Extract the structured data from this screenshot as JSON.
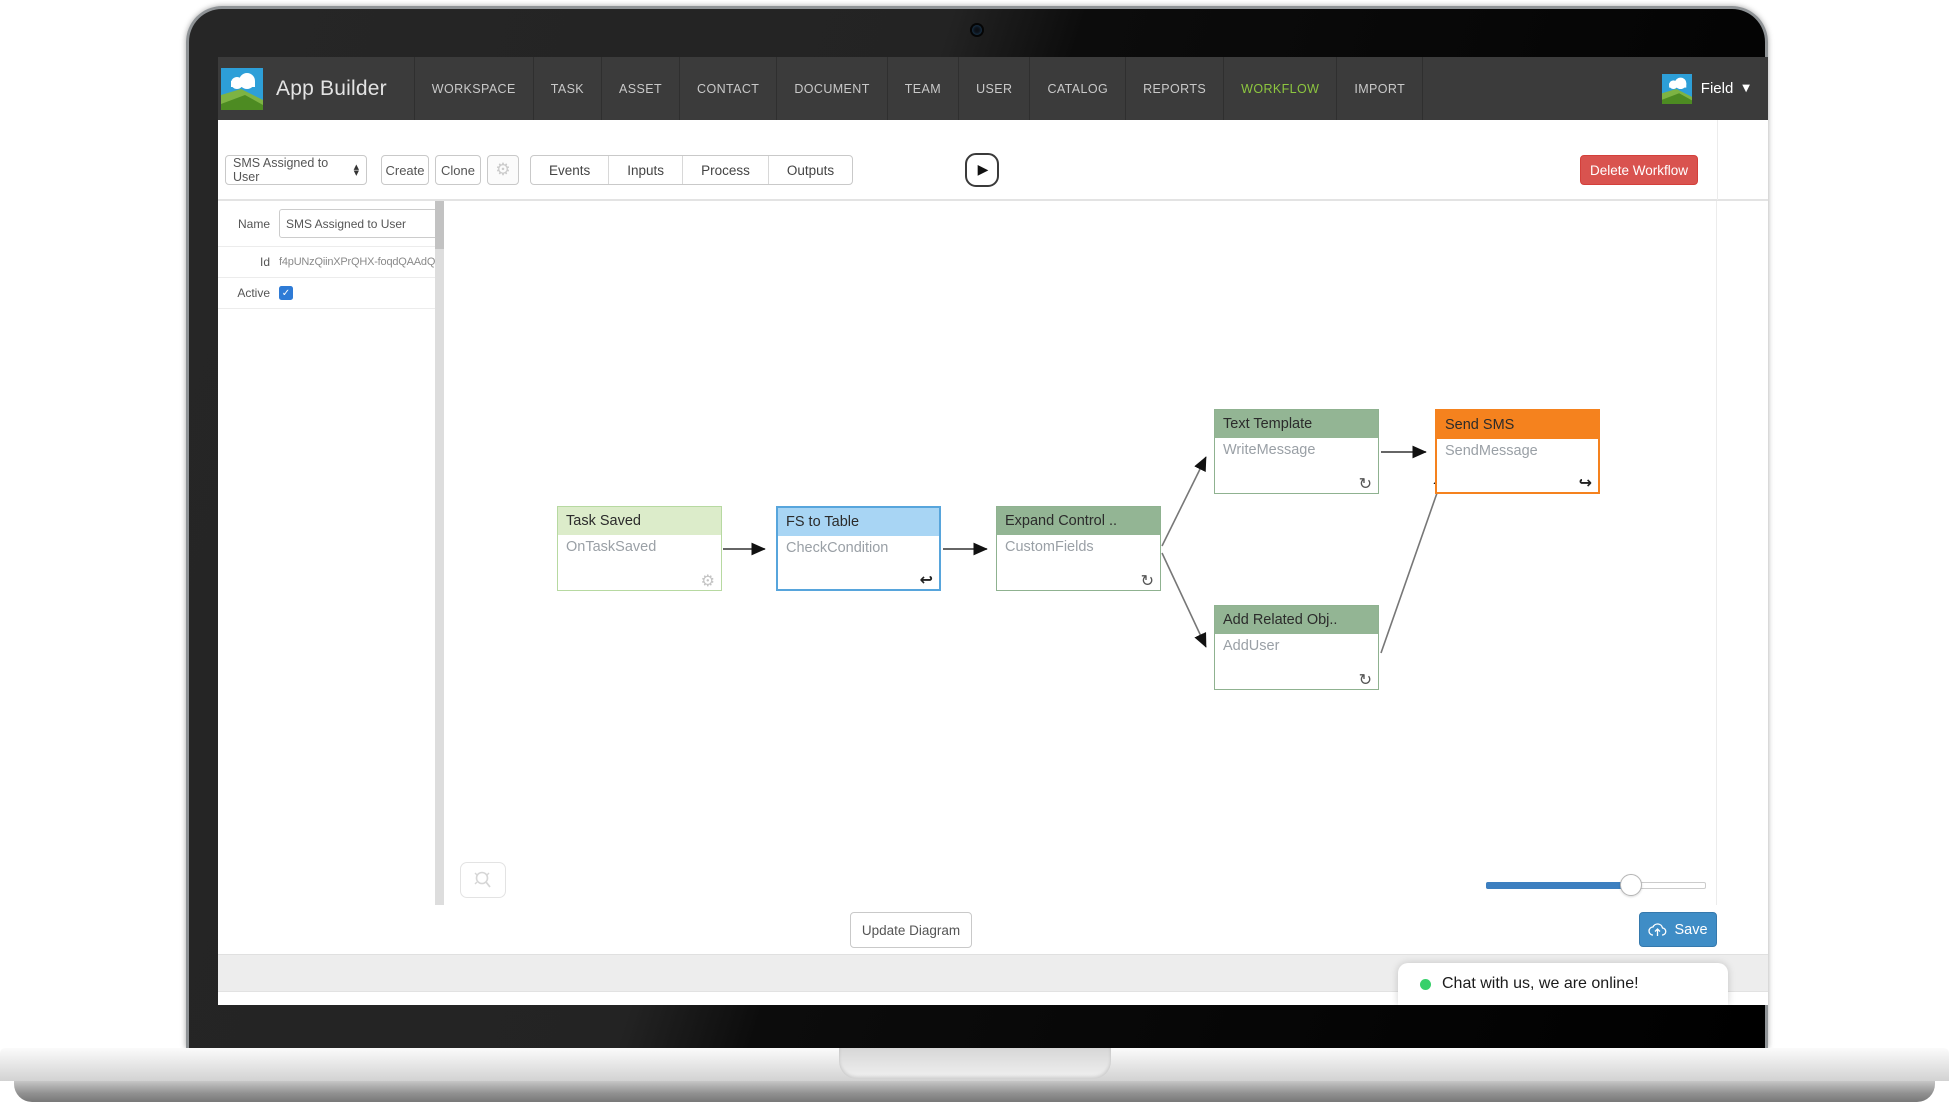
{
  "nav": {
    "brand": "App Builder",
    "items": [
      "WORKSPACE",
      "TASK",
      "ASSET",
      "CONTACT",
      "DOCUMENT",
      "TEAM",
      "USER",
      "CATALOG",
      "REPORTS",
      "WORKFLOW",
      "IMPORT"
    ],
    "active_item": "WORKFLOW",
    "user_menu": {
      "label": "Field"
    }
  },
  "toolbar": {
    "workflow_select_value": "SMS Assigned to User",
    "create_label": "Create",
    "clone_label": "Clone",
    "tabs": [
      "Events",
      "Inputs",
      "Process",
      "Outputs"
    ],
    "delete_label": "Delete Workflow"
  },
  "sidebar": {
    "name_label": "Name",
    "name_value": "SMS Assigned to User",
    "id_label": "Id",
    "id_value": "f4pUNzQiinXPrQHX-foqdQAAdQ",
    "active_label": "Active",
    "active_checked": true
  },
  "diagram": {
    "nodes": [
      {
        "title": "Task Saved",
        "subtitle": "OnTaskSaved",
        "type": "event",
        "corner_icon": "gear"
      },
      {
        "title": "FS to Table",
        "subtitle": "CheckCondition",
        "type": "condition",
        "corner_icon": "reply",
        "selected": true
      },
      {
        "title": "Expand Control ..",
        "subtitle": "CustomFields",
        "type": "process",
        "corner_icon": "refresh"
      },
      {
        "title": "Text Template",
        "subtitle": "WriteMessage",
        "type": "process",
        "corner_icon": "refresh"
      },
      {
        "title": "Send SMS",
        "subtitle": "SendMessage",
        "type": "output",
        "corner_icon": "forward"
      },
      {
        "title": "Add Related Obj..",
        "subtitle": "AddUser",
        "type": "process",
        "corner_icon": "refresh"
      }
    ],
    "connections": [
      [
        "Task Saved",
        "FS to Table"
      ],
      [
        "FS to Table",
        "Expand Control .."
      ],
      [
        "Expand Control ..",
        "Text Template"
      ],
      [
        "Expand Control ..",
        "Add Related Obj.."
      ],
      [
        "Text Template",
        "Send SMS"
      ],
      [
        "Add Related Obj..",
        "Send SMS"
      ]
    ],
    "zoom_percent": 66
  },
  "footer": {
    "update_label": "Update Diagram",
    "save_label": "Save"
  },
  "chat": {
    "message": "Chat with us, we are online!"
  },
  "icons": {
    "caret_up": "▲",
    "caret_down": "▼",
    "caret": "▼",
    "gear": "⚙",
    "play": "▶",
    "reply": "↩",
    "refresh": "↻",
    "forward": "↪",
    "check": "✓"
  },
  "colors": {
    "nav_bg": "#3b3b3b",
    "nav_active_green": "#8dc63f",
    "delete_red": "#d9534f",
    "save_blue": "#3f8dc6",
    "node_event_green": "#dcecca",
    "node_condition_blue": "#a8d5f4",
    "node_process_sage": "#93b594",
    "node_output_orange": "#f5821e",
    "slider_blue": "#3c7fc0",
    "chat_dot_green": "#37d06a"
  }
}
